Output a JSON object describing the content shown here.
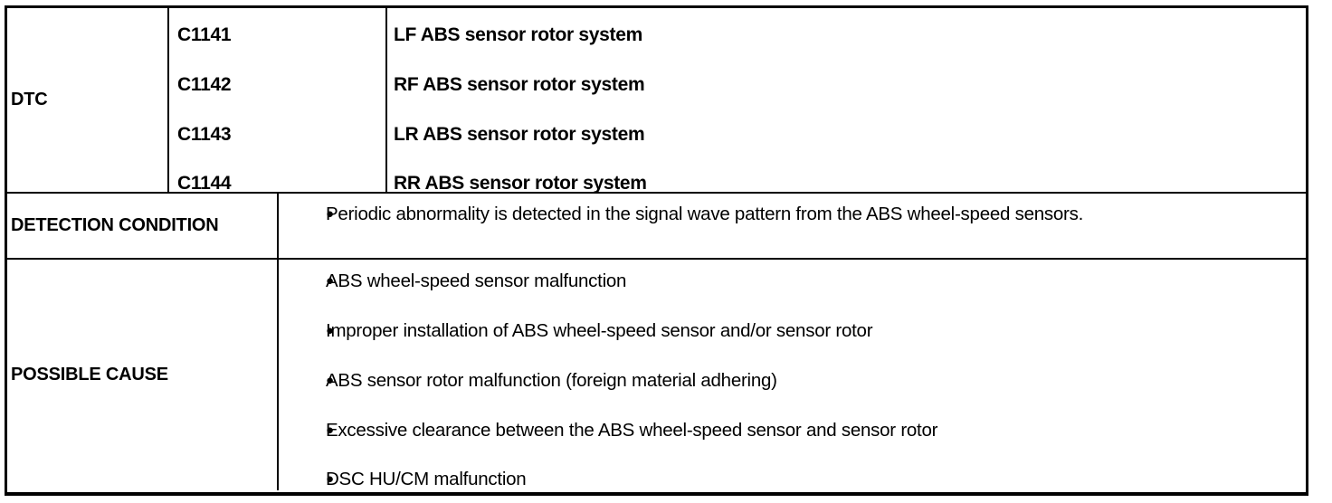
{
  "table": {
    "bullet_glyph": "●",
    "border_color": "#000000",
    "background_color": "#ffffff",
    "text_color": "#000000",
    "rows": [
      {
        "label": "DTC",
        "entries": [
          {
            "code": "C1141",
            "description": "LF ABS sensor rotor system"
          },
          {
            "code": "C1142",
            "description": "RF ABS sensor rotor system"
          },
          {
            "code": "C1143",
            "description": "LR ABS sensor rotor system"
          },
          {
            "code": "C1144",
            "description": "RR ABS sensor rotor system"
          }
        ]
      },
      {
        "label": "DETECTION CONDITION",
        "bullets": [
          "Periodic abnormality is detected in the signal wave pattern from the ABS wheel-speed sensors."
        ]
      },
      {
        "label": "POSSIBLE CAUSE",
        "bullets": [
          "ABS wheel-speed sensor malfunction",
          "Improper installation of ABS wheel-speed sensor and/or sensor rotor",
          "ABS sensor rotor malfunction (foreign material adhering)",
          "Excessive clearance between the ABS wheel-speed sensor and sensor rotor",
          "DSC HU/CM malfunction"
        ]
      }
    ]
  }
}
